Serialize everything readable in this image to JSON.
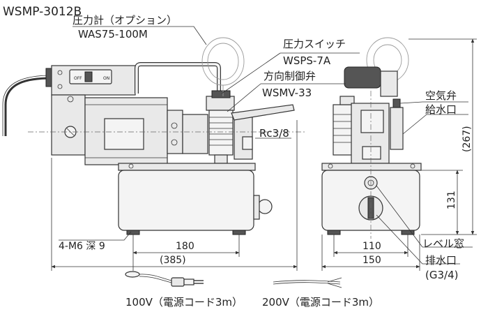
{
  "title": "WSMP-3012B",
  "callouts": {
    "pressure_gauge": "圧力計（オプション）",
    "pressure_gauge_model": "WAS75-100M",
    "pressure_switch": "圧力スイッチ",
    "pressure_switch_model": "WSPS-7A",
    "directional_valve": "方向制御弁",
    "directional_valve_model": "WSMV-33",
    "port": "Rc3/8",
    "air_vent": "空気弁",
    "filler_port": "給水口",
    "mount_holes": "4-M6 深 9",
    "level_window": "レベル窓",
    "drain_port": "排水口",
    "drain_size": "(G3/4)"
  },
  "switch": {
    "off": "OFF",
    "on": "ON"
  },
  "dimensions": {
    "side_mount": "180",
    "side_overall": "(385)",
    "front_mount": "110",
    "front_overall": "150",
    "height_tank": "131",
    "height_overall": "(267)"
  },
  "cords": {
    "v100": "100V（電源コード3m）",
    "v200": "200V（電源コード3m）"
  }
}
